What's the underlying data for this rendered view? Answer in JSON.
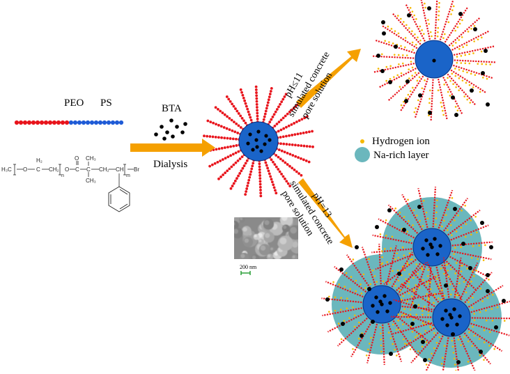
{
  "labels": {
    "peo": "PEO",
    "ps": "PS",
    "bta": "BTA",
    "dialysis": "Dialysis",
    "upper_cond_1": "pH≤11",
    "upper_cond_2": "simulated concrete",
    "upper_cond_3": "pore solution",
    "lower_cond_1": "pH=13",
    "lower_cond_2": "simulated concrete",
    "lower_cond_3": "pore solution",
    "legend_hydrogen": "Hydrogen ion",
    "legend_na": "Na-rich layer",
    "scale_bar": "200 nm"
  },
  "chem": {
    "h3c": "H₃C",
    "o": "O",
    "h2": "H₂",
    "c": "C",
    "n": "n",
    "m": "m",
    "ch3": "CH₃",
    "ch2": "CH₂",
    "ch": "CH",
    "br": "Br"
  },
  "colors": {
    "peo": "#e8141c",
    "ps": "#1f5bd6",
    "core": "#1a64c8",
    "core_stroke": "#0a2f80",
    "arrow": "#f5a000",
    "bta": "#000000",
    "hydrogen": "#f5b800",
    "na_layer": "#6bb7bd"
  }
}
